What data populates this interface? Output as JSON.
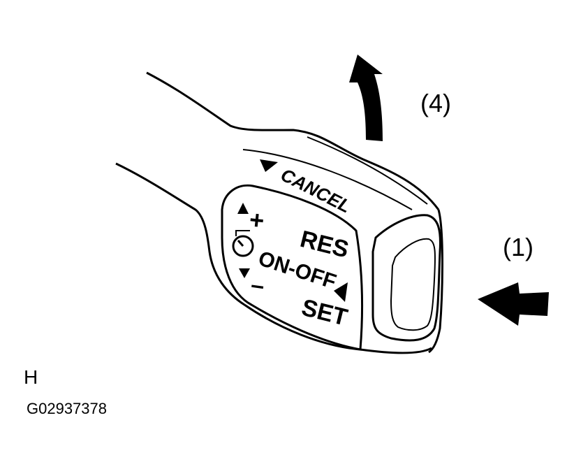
{
  "diagram": {
    "callouts": {
      "push_button": "(1)",
      "pull_lever": "(4)"
    },
    "switch_labels": {
      "cancel": "CANCEL",
      "res": "RES",
      "on_off": "ON-OFF",
      "set": "SET",
      "plus": "+",
      "minus": "–"
    },
    "figure_letter": "H",
    "figure_id": "G02937378"
  }
}
